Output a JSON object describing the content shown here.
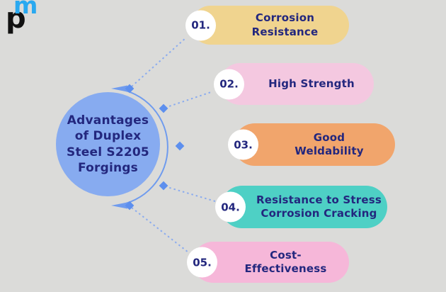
{
  "logo": {
    "letter_p": "p",
    "letter_m": "m"
  },
  "center": {
    "title": "Advantages\nof Duplex\nSteel S2205\nForgings"
  },
  "items": [
    {
      "number": "01.",
      "label": "Corrosion Resistance",
      "color": "#f0d48f"
    },
    {
      "number": "02.",
      "label": "High Strength",
      "color": "#f4c8e0"
    },
    {
      "number": "03.",
      "label": "Good\nWeldability",
      "color": "#f1a56c"
    },
    {
      "number": "04.",
      "label": "Resistance to Stress\nCorrosion Cracking",
      "color": "#4ed0c5"
    },
    {
      "number": "05.",
      "label": "Cost-\nEffectiveness",
      "color": "#f6b7d9"
    }
  ],
  "theme": {
    "background": "#dbdbd9",
    "circle_fill": "#87abf0",
    "text_navy": "#23277e",
    "accent_line": "#6f9bee",
    "dotted_line": "#8aabef",
    "node_fill": "#5d8fee",
    "badge_fill": "#ffffff",
    "logo_blue": "#2aa9f0",
    "logo_black": "#111111"
  }
}
